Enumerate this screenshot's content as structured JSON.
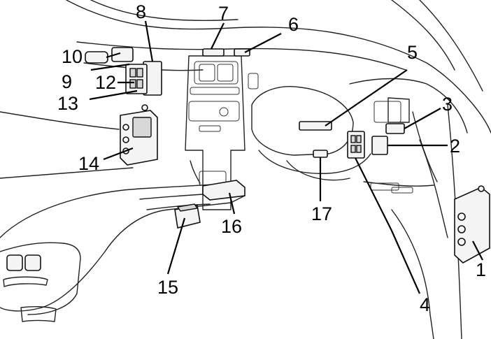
{
  "callouts": [
    {
      "id": "1",
      "label": "1"
    },
    {
      "id": "2",
      "label": "2"
    },
    {
      "id": "3",
      "label": "3"
    },
    {
      "id": "4",
      "label": "4"
    },
    {
      "id": "5",
      "label": "5"
    },
    {
      "id": "6",
      "label": "6"
    },
    {
      "id": "7",
      "label": "7"
    },
    {
      "id": "8",
      "label": "8"
    },
    {
      "id": "9",
      "label": "9"
    },
    {
      "id": "10",
      "label": "10"
    },
    {
      "id": "12",
      "label": "12"
    },
    {
      "id": "13",
      "label": "13"
    },
    {
      "id": "14",
      "label": "14"
    },
    {
      "id": "15",
      "label": "15"
    },
    {
      "id": "16",
      "label": "16"
    },
    {
      "id": "17",
      "label": "17"
    }
  ]
}
